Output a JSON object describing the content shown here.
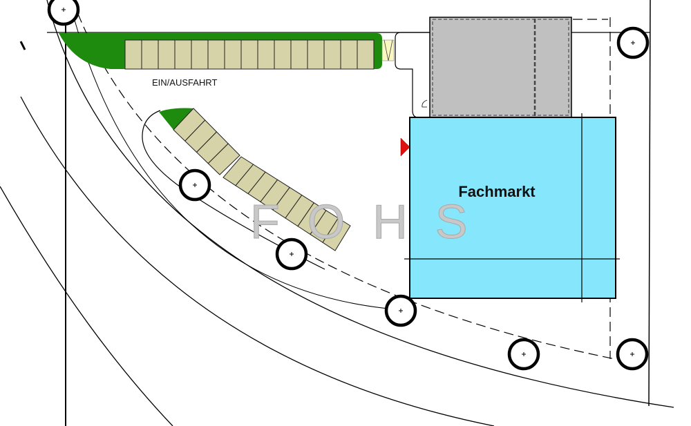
{
  "plan": {
    "building_label": "Fachmarkt",
    "driveway_label": "EIN/AUSFAHRT",
    "watermark": "FOHS",
    "top_row_stall_count": 15,
    "diagonal_row_stall_counts": [
      4,
      9
    ],
    "tree_count": 7
  },
  "colors": {
    "building": "#86e6fb",
    "annex": "#c0c0c0",
    "green_strip": "#1e8b0e",
    "parking_stall": "#d6d3a8",
    "entrance_marker": "#e01010",
    "yellow_stall": "#fbf7c0"
  }
}
